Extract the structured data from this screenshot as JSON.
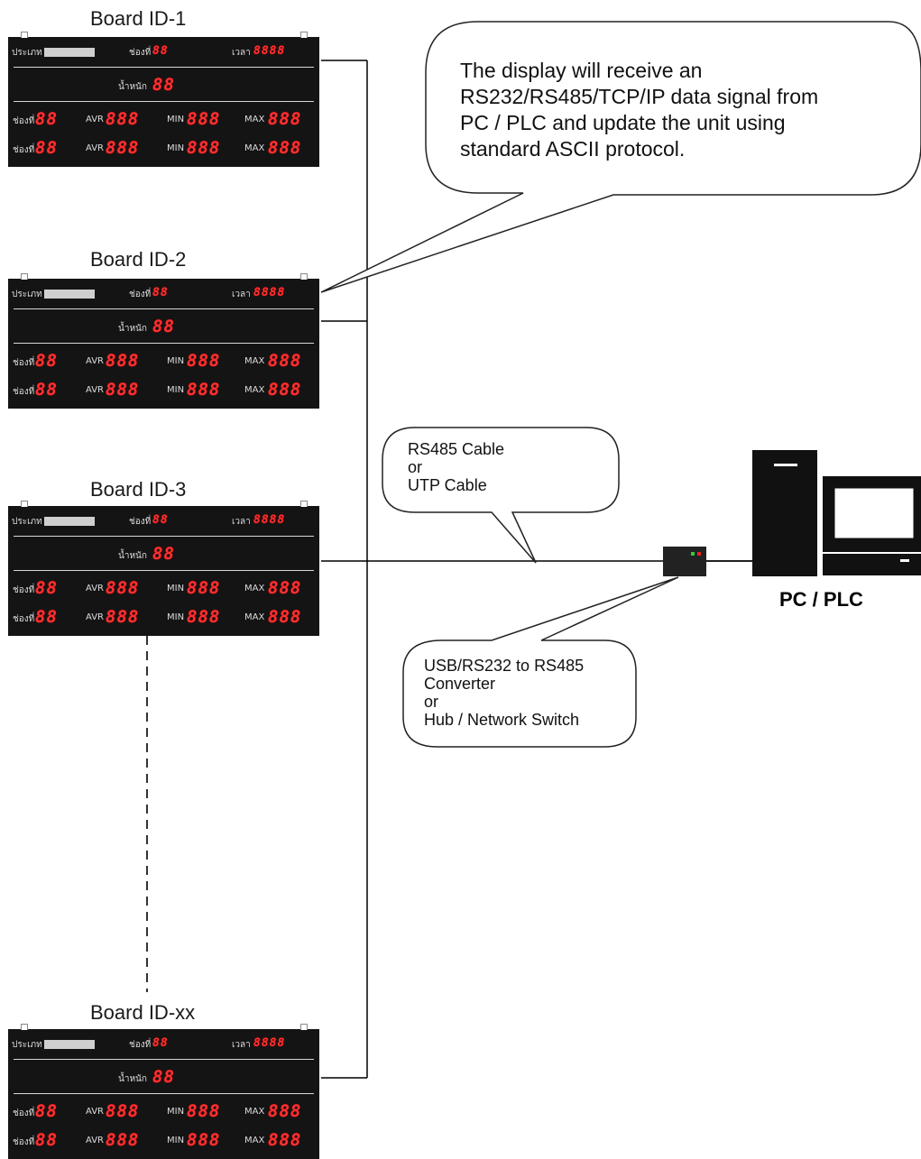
{
  "boards": [
    {
      "title": "Board ID-1"
    },
    {
      "title": "Board ID-2"
    },
    {
      "title": "Board ID-3"
    },
    {
      "title": "Board ID-xx"
    }
  ],
  "board_panel": {
    "row1": {
      "type_label": "ประเภท",
      "slot_label": "ช่องที่",
      "slot_value": "88",
      "time_label": "เวลา",
      "time_value": "8888"
    },
    "row2": {
      "staff_label": "น้ำหนัก",
      "staff_value": "88"
    },
    "data_rows": [
      {
        "slot_label": "ช่องที่",
        "slot_value": "88",
        "avr_label": "AVR",
        "avr_value": "888",
        "min_label": "MIN",
        "min_value": "888",
        "max_label": "MAX",
        "max_value": "888"
      },
      {
        "slot_label": "ช่องที่",
        "slot_value": "88",
        "avr_label": "AVR",
        "avr_value": "888",
        "min_label": "MIN",
        "min_value": "888",
        "max_label": "MAX",
        "max_value": "888"
      }
    ]
  },
  "callouts": {
    "main": "The display will receive an\nRS232/RS485/TCP/IP data signal from\nPC / PLC and update the unit using\nstandard ASCII protocol.",
    "cable": "RS485 Cable\nor\nUTP Cable",
    "converter": "USB/RS232 to RS485\nConverter\nor\nHub / Network Switch"
  },
  "pc_label": "PC / PLC",
  "colors": {
    "board_bg": "#141414",
    "segment": "#ff3030",
    "line": "#000000"
  }
}
